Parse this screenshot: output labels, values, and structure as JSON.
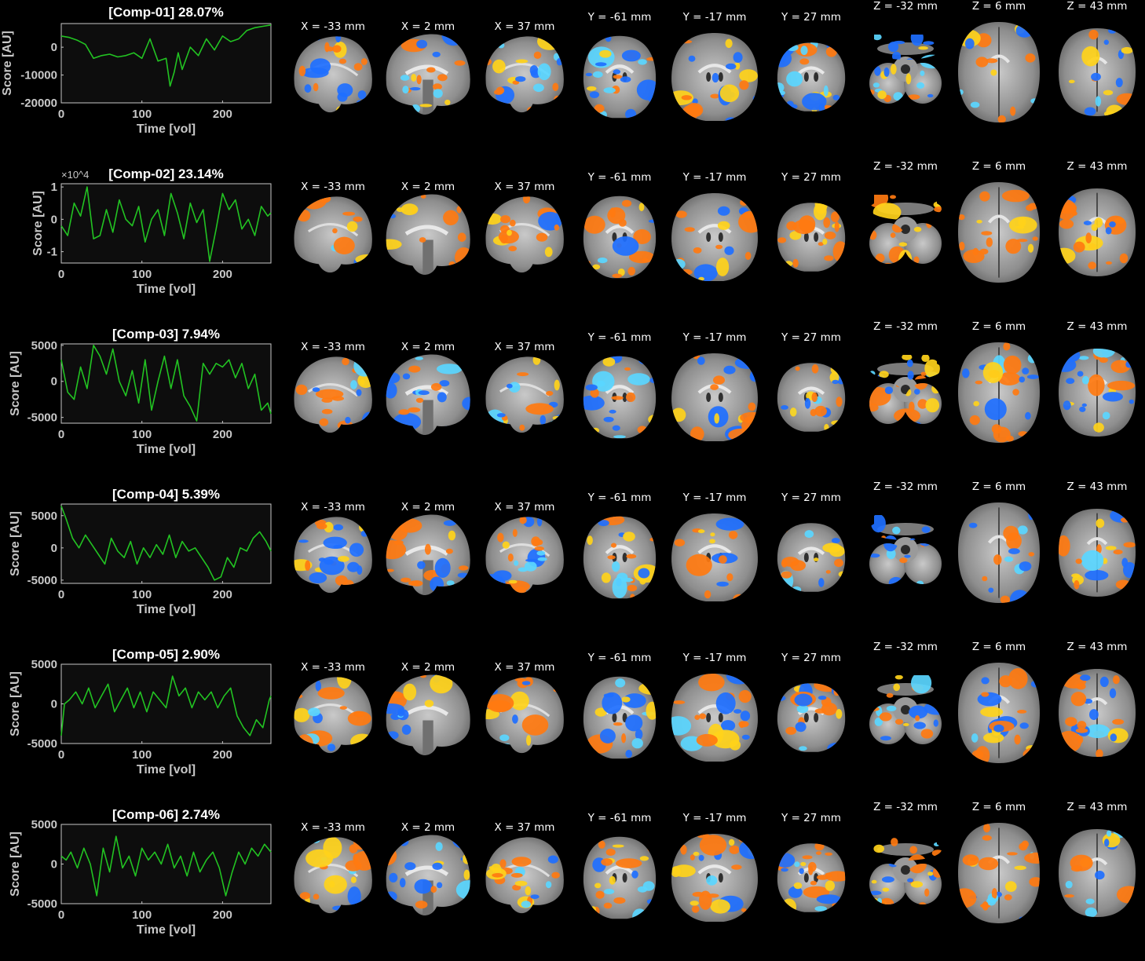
{
  "chart_data": [
    {
      "type": "line",
      "title": "[Comp-01] 28.07%",
      "xlabel": "Time [vol]",
      "ylabel": "Score [AU]",
      "xlim": [
        0,
        260
      ],
      "ylim": [
        -20000,
        8500
      ],
      "xticks": [
        0,
        100,
        200
      ],
      "yticks": [
        -20000,
        -10000,
        0
      ],
      "yticklabels": [
        "-20000",
        "-10000",
        "0"
      ],
      "exponent": "",
      "series": [
        {
          "color": "#22c322",
          "x": [
            0,
            10,
            20,
            30,
            40,
            50,
            60,
            70,
            80,
            90,
            100,
            110,
            120,
            130,
            135,
            140,
            145,
            150,
            160,
            170,
            180,
            190,
            200,
            210,
            220,
            230,
            240,
            250,
            260
          ],
          "y": [
            4000,
            3500,
            2500,
            1000,
            -4000,
            -3000,
            -2500,
            -3500,
            -3000,
            -2000,
            -4000,
            3000,
            -5000,
            -4000,
            -14000,
            -9000,
            -2000,
            -8000,
            0,
            -3000,
            3000,
            -1000,
            4000,
            2000,
            3000,
            6000,
            7000,
            7500,
            8000
          ]
        }
      ]
    },
    {
      "type": "line",
      "title": "[Comp-02] 23.14%",
      "xlabel": "Time [vol]",
      "ylabel": "Score [AU]",
      "xlim": [
        0,
        260
      ],
      "ylim": [
        -1.35,
        1.1
      ],
      "xticks": [
        0,
        100,
        200
      ],
      "yticks": [
        -1,
        0,
        1
      ],
      "yticklabels": [
        "-1",
        "0",
        "1"
      ],
      "exponent": "×10^4",
      "series": [
        {
          "color": "#22c322",
          "x": [
            0,
            8,
            16,
            24,
            32,
            40,
            48,
            56,
            64,
            72,
            80,
            88,
            96,
            104,
            112,
            120,
            128,
            136,
            144,
            152,
            160,
            168,
            176,
            184,
            192,
            200,
            208,
            216,
            224,
            232,
            240,
            248,
            256,
            260
          ],
          "y": [
            -0.2,
            -0.5,
            0.5,
            0.1,
            1.0,
            -0.6,
            -0.5,
            0.3,
            -0.4,
            0.6,
            0.0,
            -0.2,
            0.4,
            -0.7,
            0.0,
            0.3,
            -0.5,
            0.8,
            0.2,
            -0.6,
            0.5,
            -0.1,
            0.3,
            -1.3,
            -0.3,
            0.8,
            0.3,
            0.6,
            -0.3,
            0.0,
            -0.5,
            0.4,
            0.1,
            0.2
          ]
        }
      ]
    },
    {
      "type": "line",
      "title": "[Comp-03] 7.94%",
      "xlabel": "Time [vol]",
      "ylabel": "Score [AU]",
      "xlim": [
        0,
        260
      ],
      "ylim": [
        -5800,
        5200
      ],
      "xticks": [
        0,
        100,
        200
      ],
      "yticks": [
        -5000,
        0,
        5000
      ],
      "yticklabels": [
        "-5000",
        "0",
        "5000"
      ],
      "exponent": "",
      "series": [
        {
          "color": "#22c322",
          "x": [
            0,
            8,
            16,
            24,
            32,
            40,
            48,
            56,
            64,
            72,
            80,
            88,
            96,
            104,
            112,
            120,
            128,
            136,
            144,
            152,
            160,
            168,
            176,
            184,
            192,
            200,
            208,
            216,
            224,
            232,
            240,
            248,
            256,
            260
          ],
          "y": [
            3000,
            -1500,
            -2500,
            2000,
            -1000,
            5000,
            3500,
            1000,
            4500,
            0,
            -2000,
            1500,
            -3000,
            3000,
            -4000,
            0,
            3500,
            -1000,
            3000,
            -2000,
            -3500,
            -5500,
            2500,
            1000,
            2500,
            2000,
            3000,
            500,
            2500,
            -1000,
            1000,
            -4000,
            -3000,
            -4500
          ]
        }
      ]
    },
    {
      "type": "line",
      "title": "[Comp-04] 5.39%",
      "xlabel": "Time [vol]",
      "ylabel": "Score [AU]",
      "xlim": [
        0,
        260
      ],
      "ylim": [
        -5500,
        6800
      ],
      "xticks": [
        0,
        100,
        200
      ],
      "yticks": [
        -5000,
        0,
        5000
      ],
      "yticklabels": [
        "-5000",
        "0",
        "5000"
      ],
      "exponent": "",
      "series": [
        {
          "color": "#22c322",
          "x": [
            0,
            6,
            14,
            22,
            30,
            38,
            46,
            54,
            62,
            70,
            78,
            86,
            94,
            102,
            110,
            118,
            126,
            134,
            142,
            150,
            158,
            166,
            174,
            182,
            190,
            198,
            206,
            214,
            222,
            230,
            238,
            246,
            254,
            260
          ],
          "y": [
            6500,
            4500,
            1500,
            0,
            2000,
            500,
            -1000,
            -2500,
            1500,
            -500,
            -1500,
            1000,
            -2500,
            0,
            -1500,
            500,
            -1000,
            2000,
            -1500,
            1000,
            -500,
            0,
            -1500,
            -3000,
            -5000,
            -4500,
            -1500,
            -3000,
            0,
            -500,
            1500,
            2500,
            1000,
            -500
          ]
        }
      ]
    },
    {
      "type": "line",
      "title": "[Comp-05] 2.90%",
      "xlabel": "Time [vol]",
      "ylabel": "Score [AU]",
      "xlim": [
        0,
        260
      ],
      "ylim": [
        -5000,
        5000
      ],
      "xticks": [
        0,
        100,
        200
      ],
      "yticks": [
        -5000,
        0,
        5000
      ],
      "yticklabels": [
        "-5000",
        "0",
        "5000"
      ],
      "exponent": "",
      "series": [
        {
          "color": "#22c322",
          "x": [
            0,
            4,
            10,
            18,
            26,
            34,
            42,
            50,
            58,
            66,
            74,
            82,
            90,
            98,
            106,
            114,
            122,
            130,
            138,
            146,
            154,
            162,
            170,
            178,
            186,
            194,
            202,
            210,
            218,
            226,
            234,
            242,
            250,
            258,
            260
          ],
          "y": [
            -4000,
            0,
            500,
            1500,
            0,
            2000,
            -500,
            1000,
            2500,
            -1000,
            500,
            2000,
            -500,
            1500,
            -1000,
            1500,
            500,
            -500,
            3500,
            1000,
            2000,
            -500,
            1500,
            500,
            1500,
            -500,
            1000,
            2000,
            -1500,
            -3000,
            -4000,
            -2000,
            -3000,
            500,
            1000
          ]
        }
      ]
    },
    {
      "type": "line",
      "title": "[Comp-06] 2.74%",
      "xlabel": "Time [vol]",
      "ylabel": "Score [AU]",
      "xlim": [
        0,
        260
      ],
      "ylim": [
        -5000,
        5000
      ],
      "xticks": [
        0,
        100,
        200
      ],
      "yticks": [
        -5000,
        0,
        5000
      ],
      "yticklabels": [
        "-5000",
        "0",
        "5000"
      ],
      "exponent": "",
      "series": [
        {
          "color": "#22c322",
          "x": [
            0,
            6,
            12,
            20,
            28,
            36,
            44,
            52,
            60,
            68,
            76,
            84,
            92,
            100,
            108,
            116,
            124,
            132,
            140,
            148,
            156,
            164,
            172,
            180,
            188,
            196,
            204,
            212,
            220,
            228,
            236,
            244,
            252,
            260
          ],
          "y": [
            1000,
            500,
            1500,
            -500,
            2000,
            0,
            -4000,
            2000,
            -1000,
            3500,
            -500,
            1000,
            -1500,
            2000,
            500,
            1500,
            0,
            2500,
            -500,
            1000,
            -1500,
            1500,
            -1000,
            500,
            1500,
            -500,
            -4000,
            -1000,
            1500,
            0,
            2000,
            1000,
            2500,
            1500
          ]
        }
      ]
    }
  ],
  "slice_labels": {
    "sagittal": [
      "X = -33 mm",
      "X = 2 mm",
      "X = 37 mm"
    ],
    "coronal": [
      "Y = -61 mm",
      "Y = -17 mm",
      "Y = 27 mm"
    ],
    "axial": [
      "Z = -32 mm",
      "Z = 6 mm",
      "Z = 43 mm"
    ]
  },
  "colors": {
    "positive": "#ff7a10",
    "positive_peak": "#ffd21a",
    "negative": "#1e6fff",
    "negative_peak": "#5ad6ff",
    "line": "#22c322",
    "axis": "#c8c8c8"
  }
}
